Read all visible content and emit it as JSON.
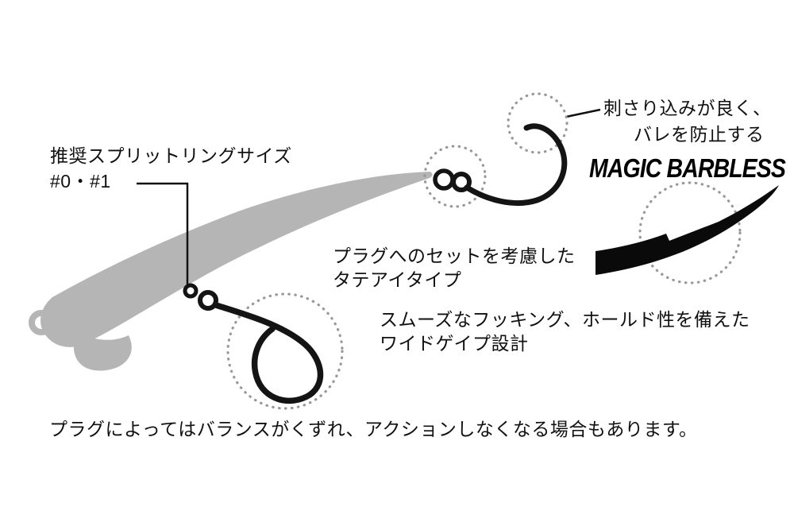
{
  "colors": {
    "background": "#ffffff",
    "lure_gray": "#b5b5b5",
    "hook_black": "#141414",
    "dotted_circle_gray": "#999999",
    "text_black": "#111111"
  },
  "annotations": {
    "penetration": {
      "line1": "刺さり込みが良く、",
      "line2": "バレを防止する"
    },
    "logo": "MAGIC BARBLESS",
    "split_ring": {
      "line1": "推奨スプリットリングサイズ",
      "line2": "#0・#1"
    },
    "eye_type": {
      "line1": "プラグへのセットを考慮した",
      "line2": "タテアイタイプ"
    },
    "gape": {
      "line1": "スムーズなフッキング、ホールド性を備えた",
      "line2": "ワイドゲイプ設計"
    }
  },
  "footer": {
    "note": "プラグによってはバランスがくずれ、アクションしなくなる場合もあります。"
  }
}
